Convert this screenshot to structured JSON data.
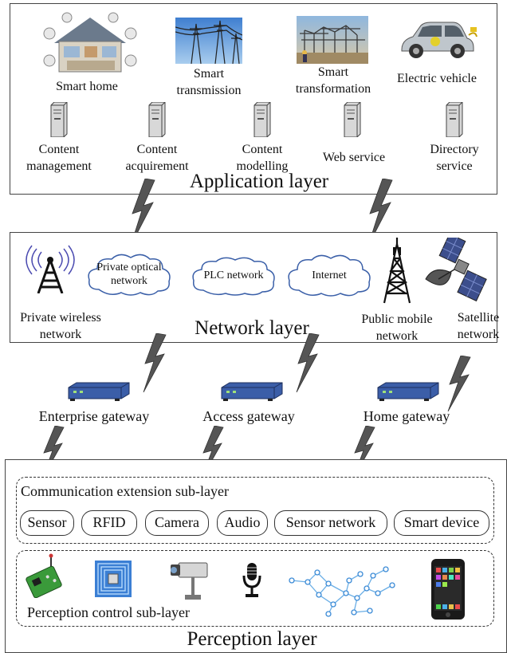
{
  "application_layer": {
    "title": "Application layer",
    "apps": [
      {
        "label": "Smart home",
        "icon": "smart-home-image"
      },
      {
        "label": "Smart\ntransmission",
        "icon": "transmission-tower-image"
      },
      {
        "label": "Smart\ntransformation",
        "icon": "substation-image"
      },
      {
        "label": "Electric vehicle",
        "icon": "electric-car-image"
      }
    ],
    "services": [
      {
        "label": "Content\nmanagement",
        "icon": "server-icon"
      },
      {
        "label": "Content\nacquirement",
        "icon": "server-icon"
      },
      {
        "label": "Content\nmodelling",
        "icon": "server-icon"
      },
      {
        "label": "Web service",
        "icon": "server-icon"
      },
      {
        "label": "Directory\nservice",
        "icon": "server-icon"
      }
    ]
  },
  "network_layer": {
    "title": "Network layer",
    "private_wireless": "Private wireless\nnetwork",
    "clouds": [
      "Private optical\nnetwork",
      "PLC network",
      "Internet"
    ],
    "public_mobile": "Public mobile\nnetwork",
    "satellite": "Satellite\nnetwork"
  },
  "gateways": [
    "Enterprise gateway",
    "Access gateway",
    "Home gateway"
  ],
  "perception_layer": {
    "title": "Perception layer",
    "communication_sublayer": {
      "title": "Communication extension sub-layer",
      "items": [
        "Sensor",
        "RFID",
        "Camera",
        "Audio",
        "Sensor network",
        "Smart device"
      ]
    },
    "control_sublayer": {
      "title": "Perception control sub-layer",
      "icons": [
        "sensor-device-icon",
        "rfid-chip-icon",
        "camera-icon",
        "microphone-icon",
        "sensor-network-icon",
        "smartphone-icon"
      ]
    }
  },
  "colors": {
    "router_body": "#3b5ea8",
    "cloud_stroke": "#3a5fa8",
    "antenna_wave": "#4a4ab0",
    "server_gray": "#d8d8d8"
  }
}
